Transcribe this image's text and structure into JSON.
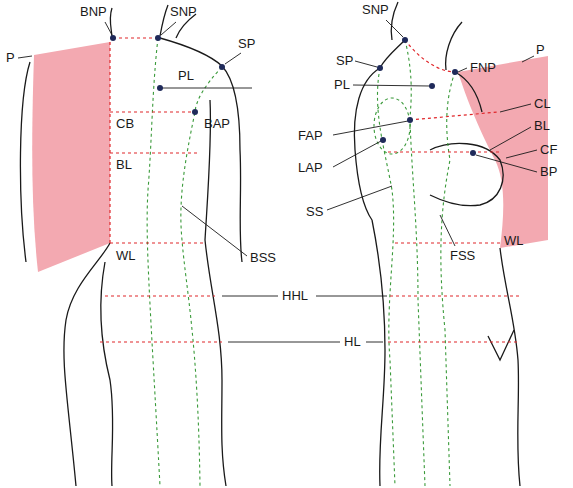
{
  "diagram": {
    "labels": [
      "P",
      "BNP",
      "SNP",
      "SP",
      "PL",
      "CB",
      "BAP",
      "BL",
      "WL",
      "BSS",
      "HHL",
      "HL",
      "SNP",
      "SP",
      "PL",
      "FNP",
      "P",
      "CL",
      "BL",
      "FAP",
      "CF",
      "LAP",
      "BP",
      "SS",
      "FSS",
      "WL"
    ]
  }
}
